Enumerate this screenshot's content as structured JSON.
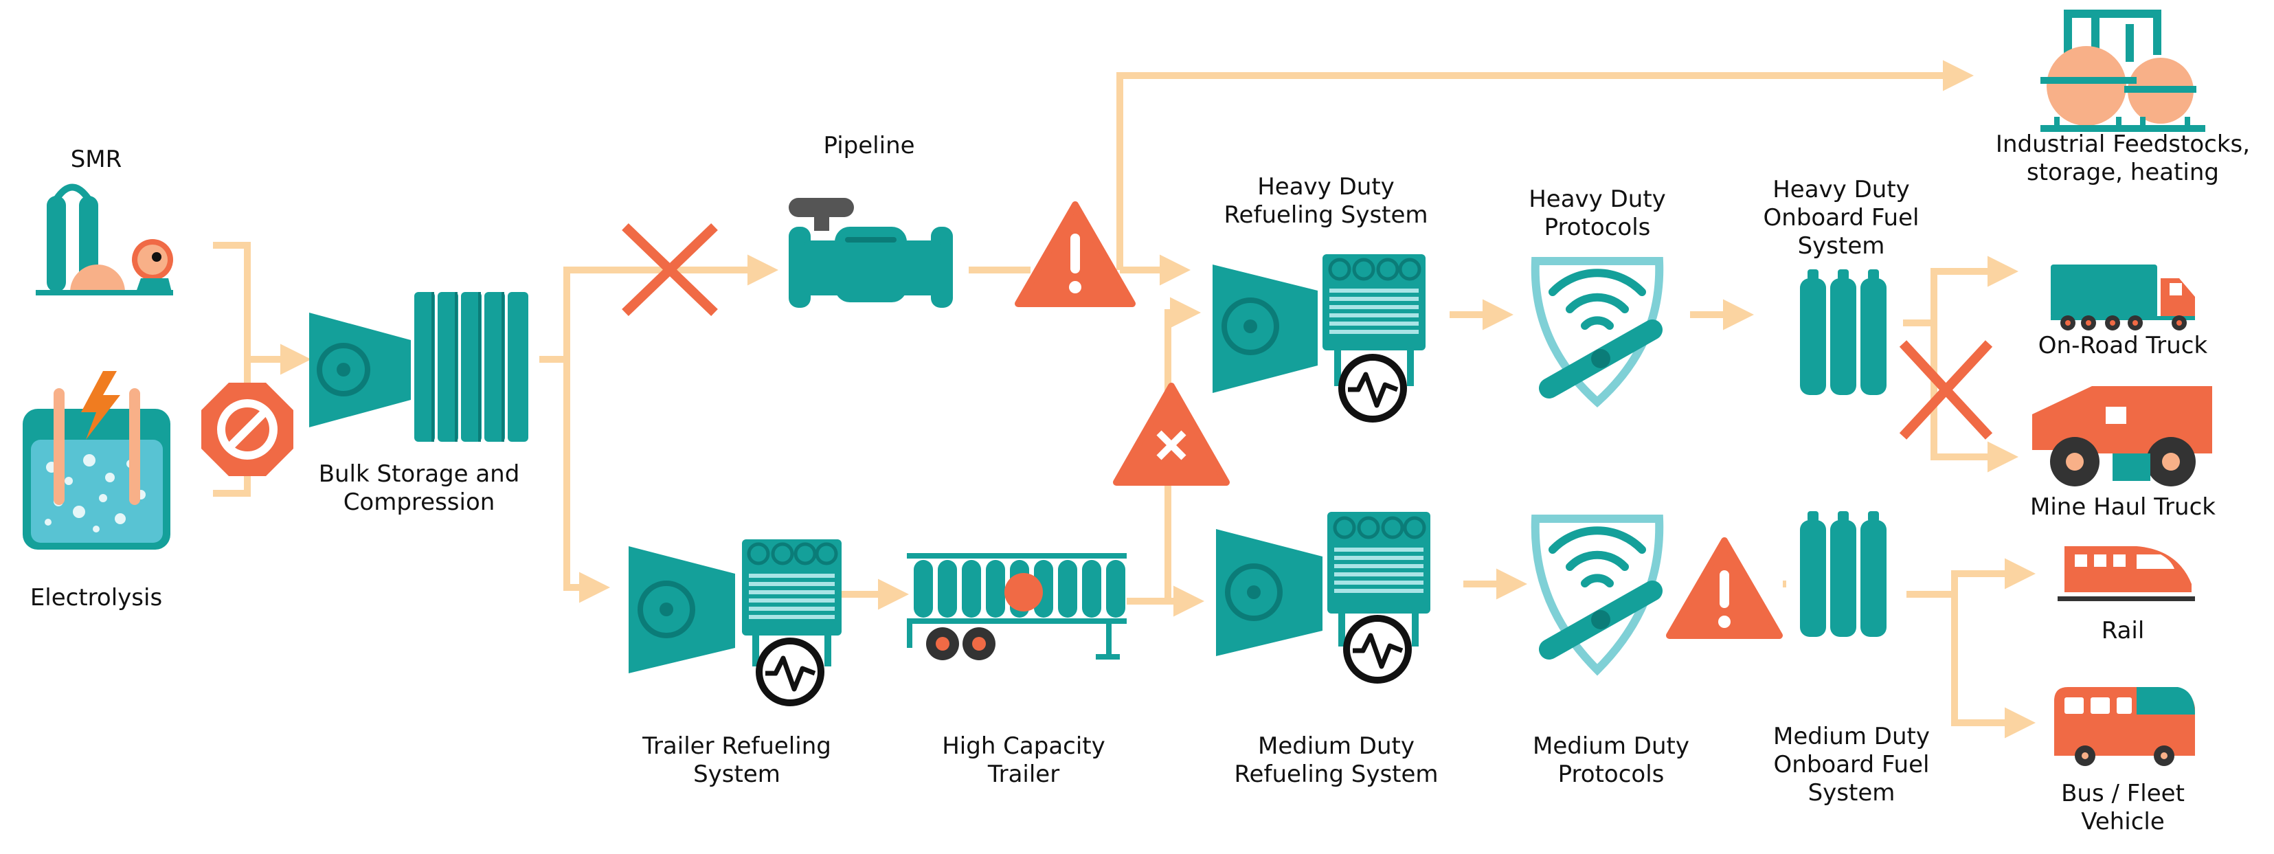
{
  "colors": {
    "teal": "#14a09a",
    "teal_dark": "#0b7c78",
    "teal_light": "#7fd0d6",
    "orange": "#f06a45",
    "peach": "#f8b088",
    "arrow": "#fbd4a1",
    "water": "#58c3d3",
    "text": "#111111"
  },
  "nodes": {
    "smr": {
      "lines": [
        "SMR"
      ]
    },
    "electrolysis": {
      "lines": [
        "Electrolysis"
      ]
    },
    "bulk_storage": {
      "lines": [
        "Bulk Storage and",
        "Compression"
      ]
    },
    "pipeline": {
      "lines": [
        "Pipeline"
      ]
    },
    "trailer_refueling": {
      "lines": [
        "Trailer Refueling",
        "System"
      ]
    },
    "high_capacity_trailer": {
      "lines": [
        "High Capacity",
        "Trailer"
      ]
    },
    "heavy_duty_refueling": {
      "lines": [
        "Heavy Duty",
        "Refueling System"
      ]
    },
    "medium_duty_refueling": {
      "lines": [
        "Medium Duty",
        "Refueling System"
      ]
    },
    "heavy_duty_protocols": {
      "lines": [
        "Heavy Duty",
        "Protocols"
      ]
    },
    "medium_duty_protocols": {
      "lines": [
        "Medium Duty",
        "Protocols"
      ]
    },
    "heavy_duty_onboard": {
      "lines": [
        "Heavy Duty",
        "Onboard Fuel",
        "System"
      ]
    },
    "medium_duty_onboard": {
      "lines": [
        "Medium Duty",
        "Onboard Fuel",
        "System"
      ]
    },
    "industrial": {
      "lines": [
        "Industrial Feedstocks,",
        "storage, heating"
      ]
    },
    "on_road_truck": {
      "lines": [
        "On-Road Truck"
      ]
    },
    "mine_haul_truck": {
      "lines": [
        "Mine Haul Truck"
      ]
    },
    "rail": {
      "lines": [
        "Rail"
      ]
    },
    "bus": {
      "lines": [
        "Bus / Fleet",
        "Vehicle"
      ]
    }
  }
}
